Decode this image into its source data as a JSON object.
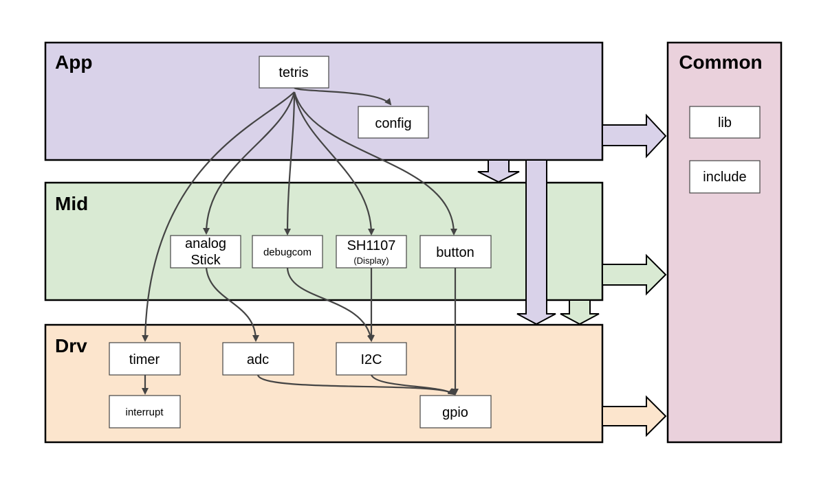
{
  "colors": {
    "app_layer": "#d9d2e9",
    "mid_layer": "#d9ead3",
    "drv_layer": "#fce5cd",
    "common_layer": "#ead1dc",
    "edge": "#444444"
  },
  "layers": {
    "app": {
      "title": "App"
    },
    "mid": {
      "title": "Mid"
    },
    "drv": {
      "title": "Drv"
    },
    "common": {
      "title": "Common"
    }
  },
  "nodes": {
    "tetris": {
      "label": "tetris"
    },
    "config": {
      "label": "config"
    },
    "analog_stick": {
      "line1": "analog",
      "line2": "Stick"
    },
    "debugcom": {
      "label": "debugcom"
    },
    "sh1107": {
      "label": "SH1107",
      "sublabel": "(Display)"
    },
    "button": {
      "label": "button"
    },
    "timer": {
      "label": "timer"
    },
    "interrupt": {
      "label": "interrupt"
    },
    "adc": {
      "label": "adc"
    },
    "i2c": {
      "label": "I2C"
    },
    "gpio": {
      "label": "gpio"
    },
    "lib": {
      "label": "lib"
    },
    "include": {
      "label": "include"
    }
  },
  "edges": [
    {
      "from": "tetris",
      "to": "config"
    },
    {
      "from": "tetris",
      "to": "timer"
    },
    {
      "from": "tetris",
      "to": "analog Stick"
    },
    {
      "from": "tetris",
      "to": "debugcom"
    },
    {
      "from": "tetris",
      "to": "SH1107"
    },
    {
      "from": "tetris",
      "to": "button"
    },
    {
      "from": "analog Stick",
      "to": "adc"
    },
    {
      "from": "debugcom",
      "to": "I2C"
    },
    {
      "from": "SH1107",
      "to": "I2C"
    },
    {
      "from": "button",
      "to": "gpio"
    },
    {
      "from": "timer",
      "to": "interrupt"
    },
    {
      "from": "adc",
      "to": "gpio"
    },
    {
      "from": "I2C",
      "to": "gpio"
    }
  ],
  "layer_dependencies": [
    {
      "from": "App",
      "to": "Mid"
    },
    {
      "from": "App",
      "to": "Drv"
    },
    {
      "from": "Mid",
      "to": "Drv"
    },
    {
      "from": "App",
      "to": "Common"
    },
    {
      "from": "Mid",
      "to": "Common"
    },
    {
      "from": "Drv",
      "to": "Common"
    }
  ]
}
